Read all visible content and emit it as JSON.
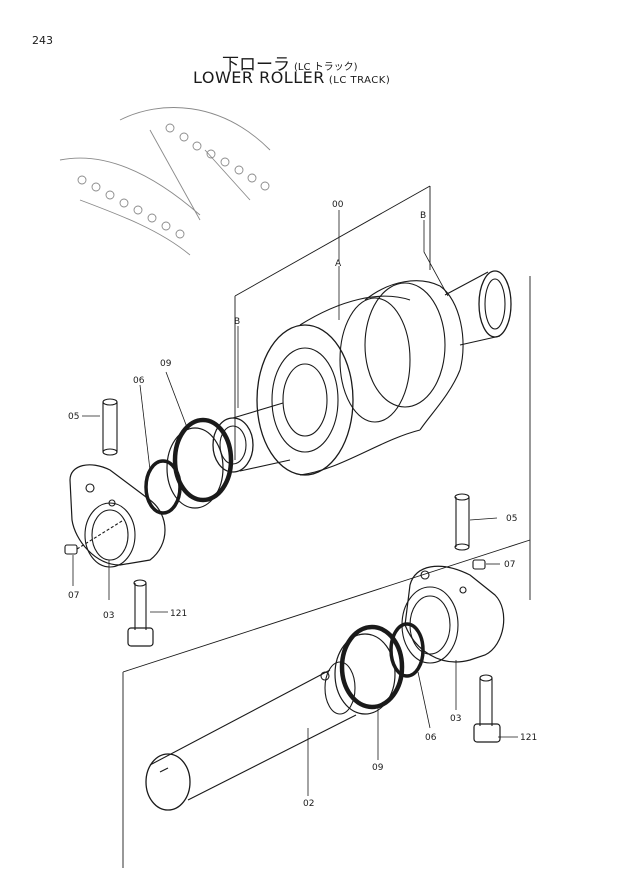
{
  "page_number": "243",
  "title": {
    "jp_main": "下ローラ",
    "jp_sub": "(LC トラック)",
    "en_main": "LOWER ROLLER",
    "en_sub": "(LC TRACK)"
  },
  "labels": {
    "assy": "00",
    "roller_a": "A",
    "bushing_b_right": "B",
    "bushing_b_left": "B",
    "shaft": "02",
    "bracket_left": "03",
    "bracket_right": "03",
    "pin_left": "05",
    "pin_right": "05",
    "oring_left": "06",
    "oring_right": "06",
    "plug_left": "07",
    "plug_right": "07",
    "seal_left": "09",
    "seal_right": "09",
    "bolt_left": "121",
    "bolt_right": "121"
  }
}
